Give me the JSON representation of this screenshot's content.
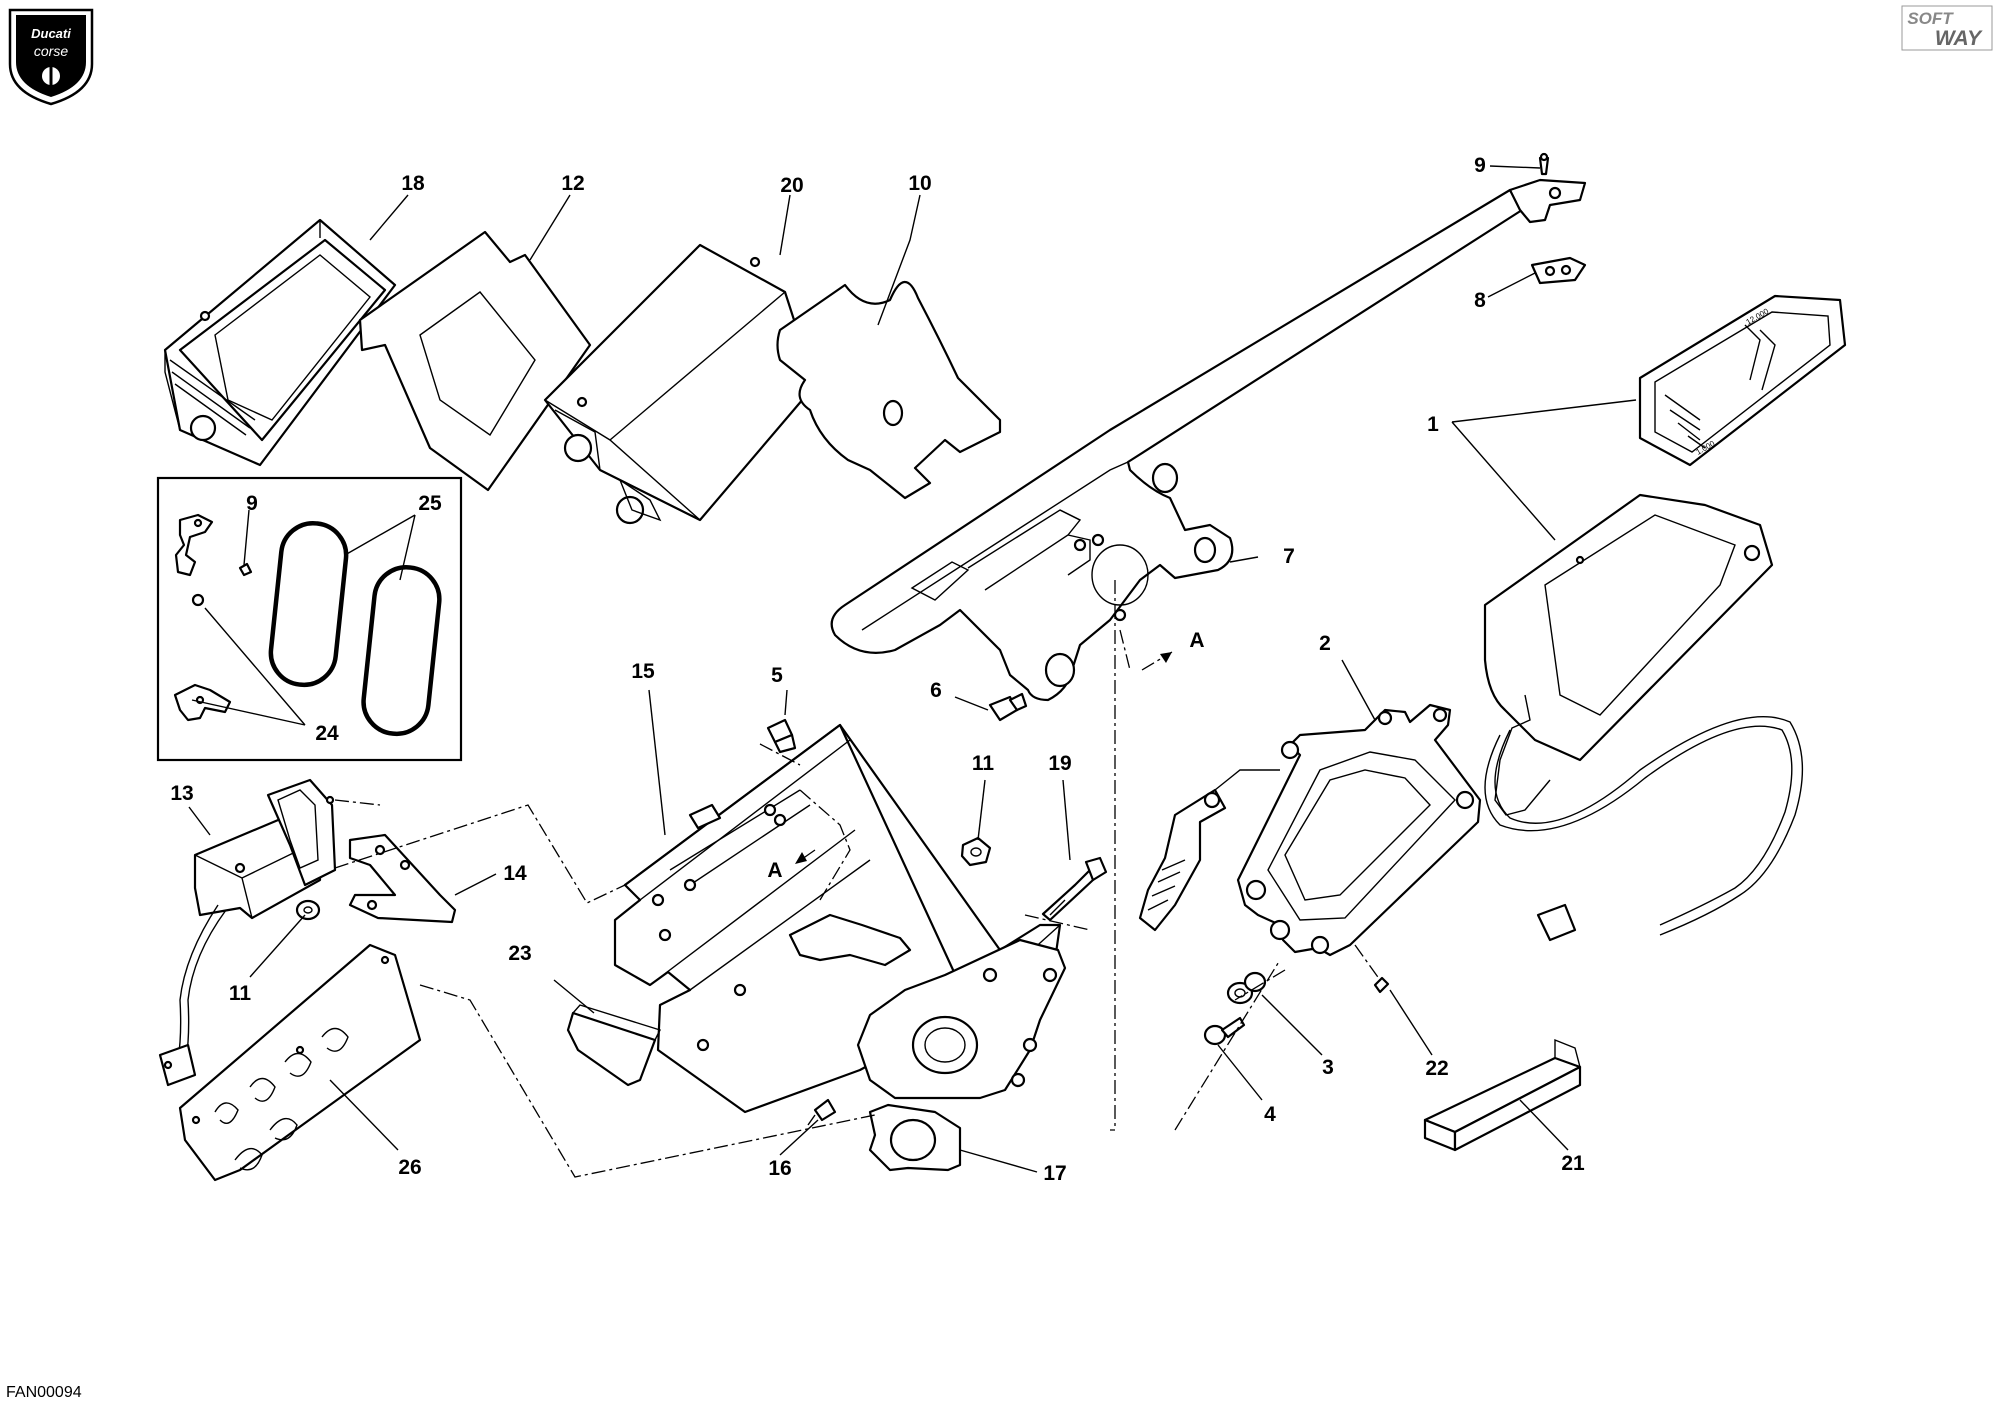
{
  "brand": {
    "logo_line1": "Ducati",
    "logo_line2": "corse",
    "watermark_line1": "SOFT",
    "watermark_line2": "WAY"
  },
  "drawing_code": "FAN00094",
  "section_marker": "A",
  "gauge_text": [
    "12.000",
    "1.000"
  ],
  "callouts": {
    "c1": "1",
    "c2": "2",
    "c3": "3",
    "c4": "4",
    "c5": "5",
    "c6": "6",
    "c7": "7",
    "c8": "8",
    "c9a": "9",
    "c9b": "9",
    "c10": "10",
    "c11a": "11",
    "c11b": "11",
    "c12": "12",
    "c13": "13",
    "c14": "14",
    "c15": "15",
    "c16": "16",
    "c17": "17",
    "c18": "18",
    "c19": "19",
    "c20": "20",
    "c21": "21",
    "c22": "22",
    "c23": "23",
    "c24": "24",
    "c25": "25",
    "c26": "26"
  }
}
